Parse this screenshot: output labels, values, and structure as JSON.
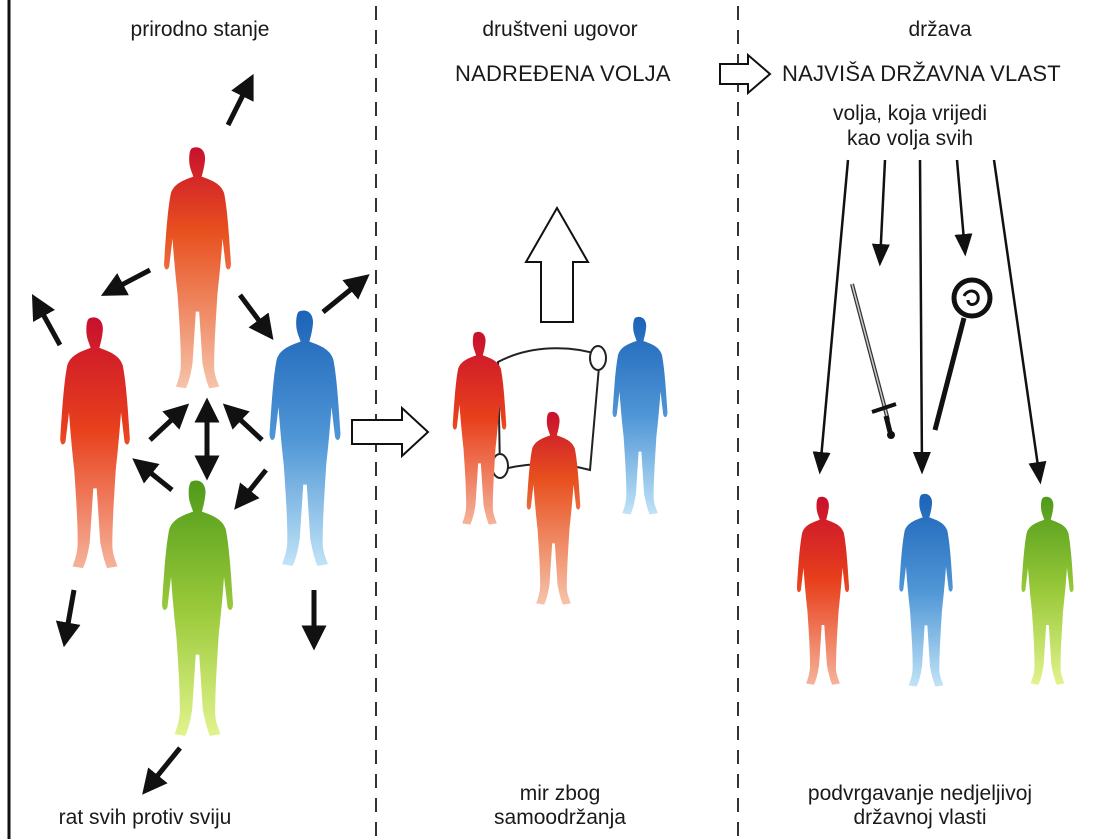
{
  "panels": {
    "nature": {
      "title": "prirodno stanje",
      "caption": "rat svih protiv sviju"
    },
    "contract": {
      "title": "društveni ugovor",
      "caption_line1": "mir zbog",
      "caption_line2": "samoodržanja"
    },
    "state": {
      "title": "država",
      "caption_line1": "podvrgavanje nedjeljivoj",
      "caption_line2": "državnoj vlasti"
    }
  },
  "header_row": {
    "left": "NADREĐENA VOLJA",
    "right": "NAJVIŠA DRŽAVNA VLAST"
  },
  "general_will": {
    "line1": "volja, koja vrijedi",
    "line2": "kao volja svih"
  },
  "colors": {
    "red_top": "#c8102e",
    "red_mid": "#e8401c",
    "red_low": "#f3a38a",
    "blue_top": "#1f6fbf",
    "blue_low": "#a9d6f2",
    "green_top": "#5a9e1e",
    "green_low": "#d7ef7a",
    "ink": "#111111",
    "divider": "#444444"
  },
  "icons": [
    "arrow-icon",
    "hollow-arrow-icon",
    "scroll-icon",
    "sword-icon",
    "crozier-icon"
  ]
}
